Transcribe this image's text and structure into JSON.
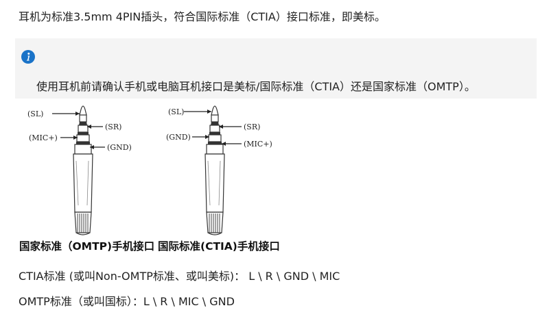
{
  "intro": "耳机为标准3.5mm 4PIN插头，符合国际标准（CTIA）接口标准，即美标。",
  "notice": {
    "icon": "info-icon",
    "text": "使用耳机前请确认手机或电脑耳机接口是美标/国际标准（CTIA）还是国家标准（OMTP）。"
  },
  "diagram": {
    "omtp": {
      "labels": {
        "sl": "(SL)",
        "sr": "(SR)",
        "mic": "(MIC+)",
        "gnd": "(GND)"
      },
      "caption": "国家标准（OMTP)手机接口"
    },
    "ctia": {
      "labels": {
        "sl": "(SL)",
        "sr": "(SR)",
        "gnd": "(GND)",
        "mic": "(MIC+)"
      },
      "caption": "国际标准(CTIA)手机接口"
    }
  },
  "lines": {
    "ctia": "CTIA标准 (或叫Non-OMTP标准、或叫美标)：  L \\ R \\ GND \\ MIC",
    "omtp": "OMTP标准（或叫国标）：L \\ R \\ MIC \\ GND"
  }
}
